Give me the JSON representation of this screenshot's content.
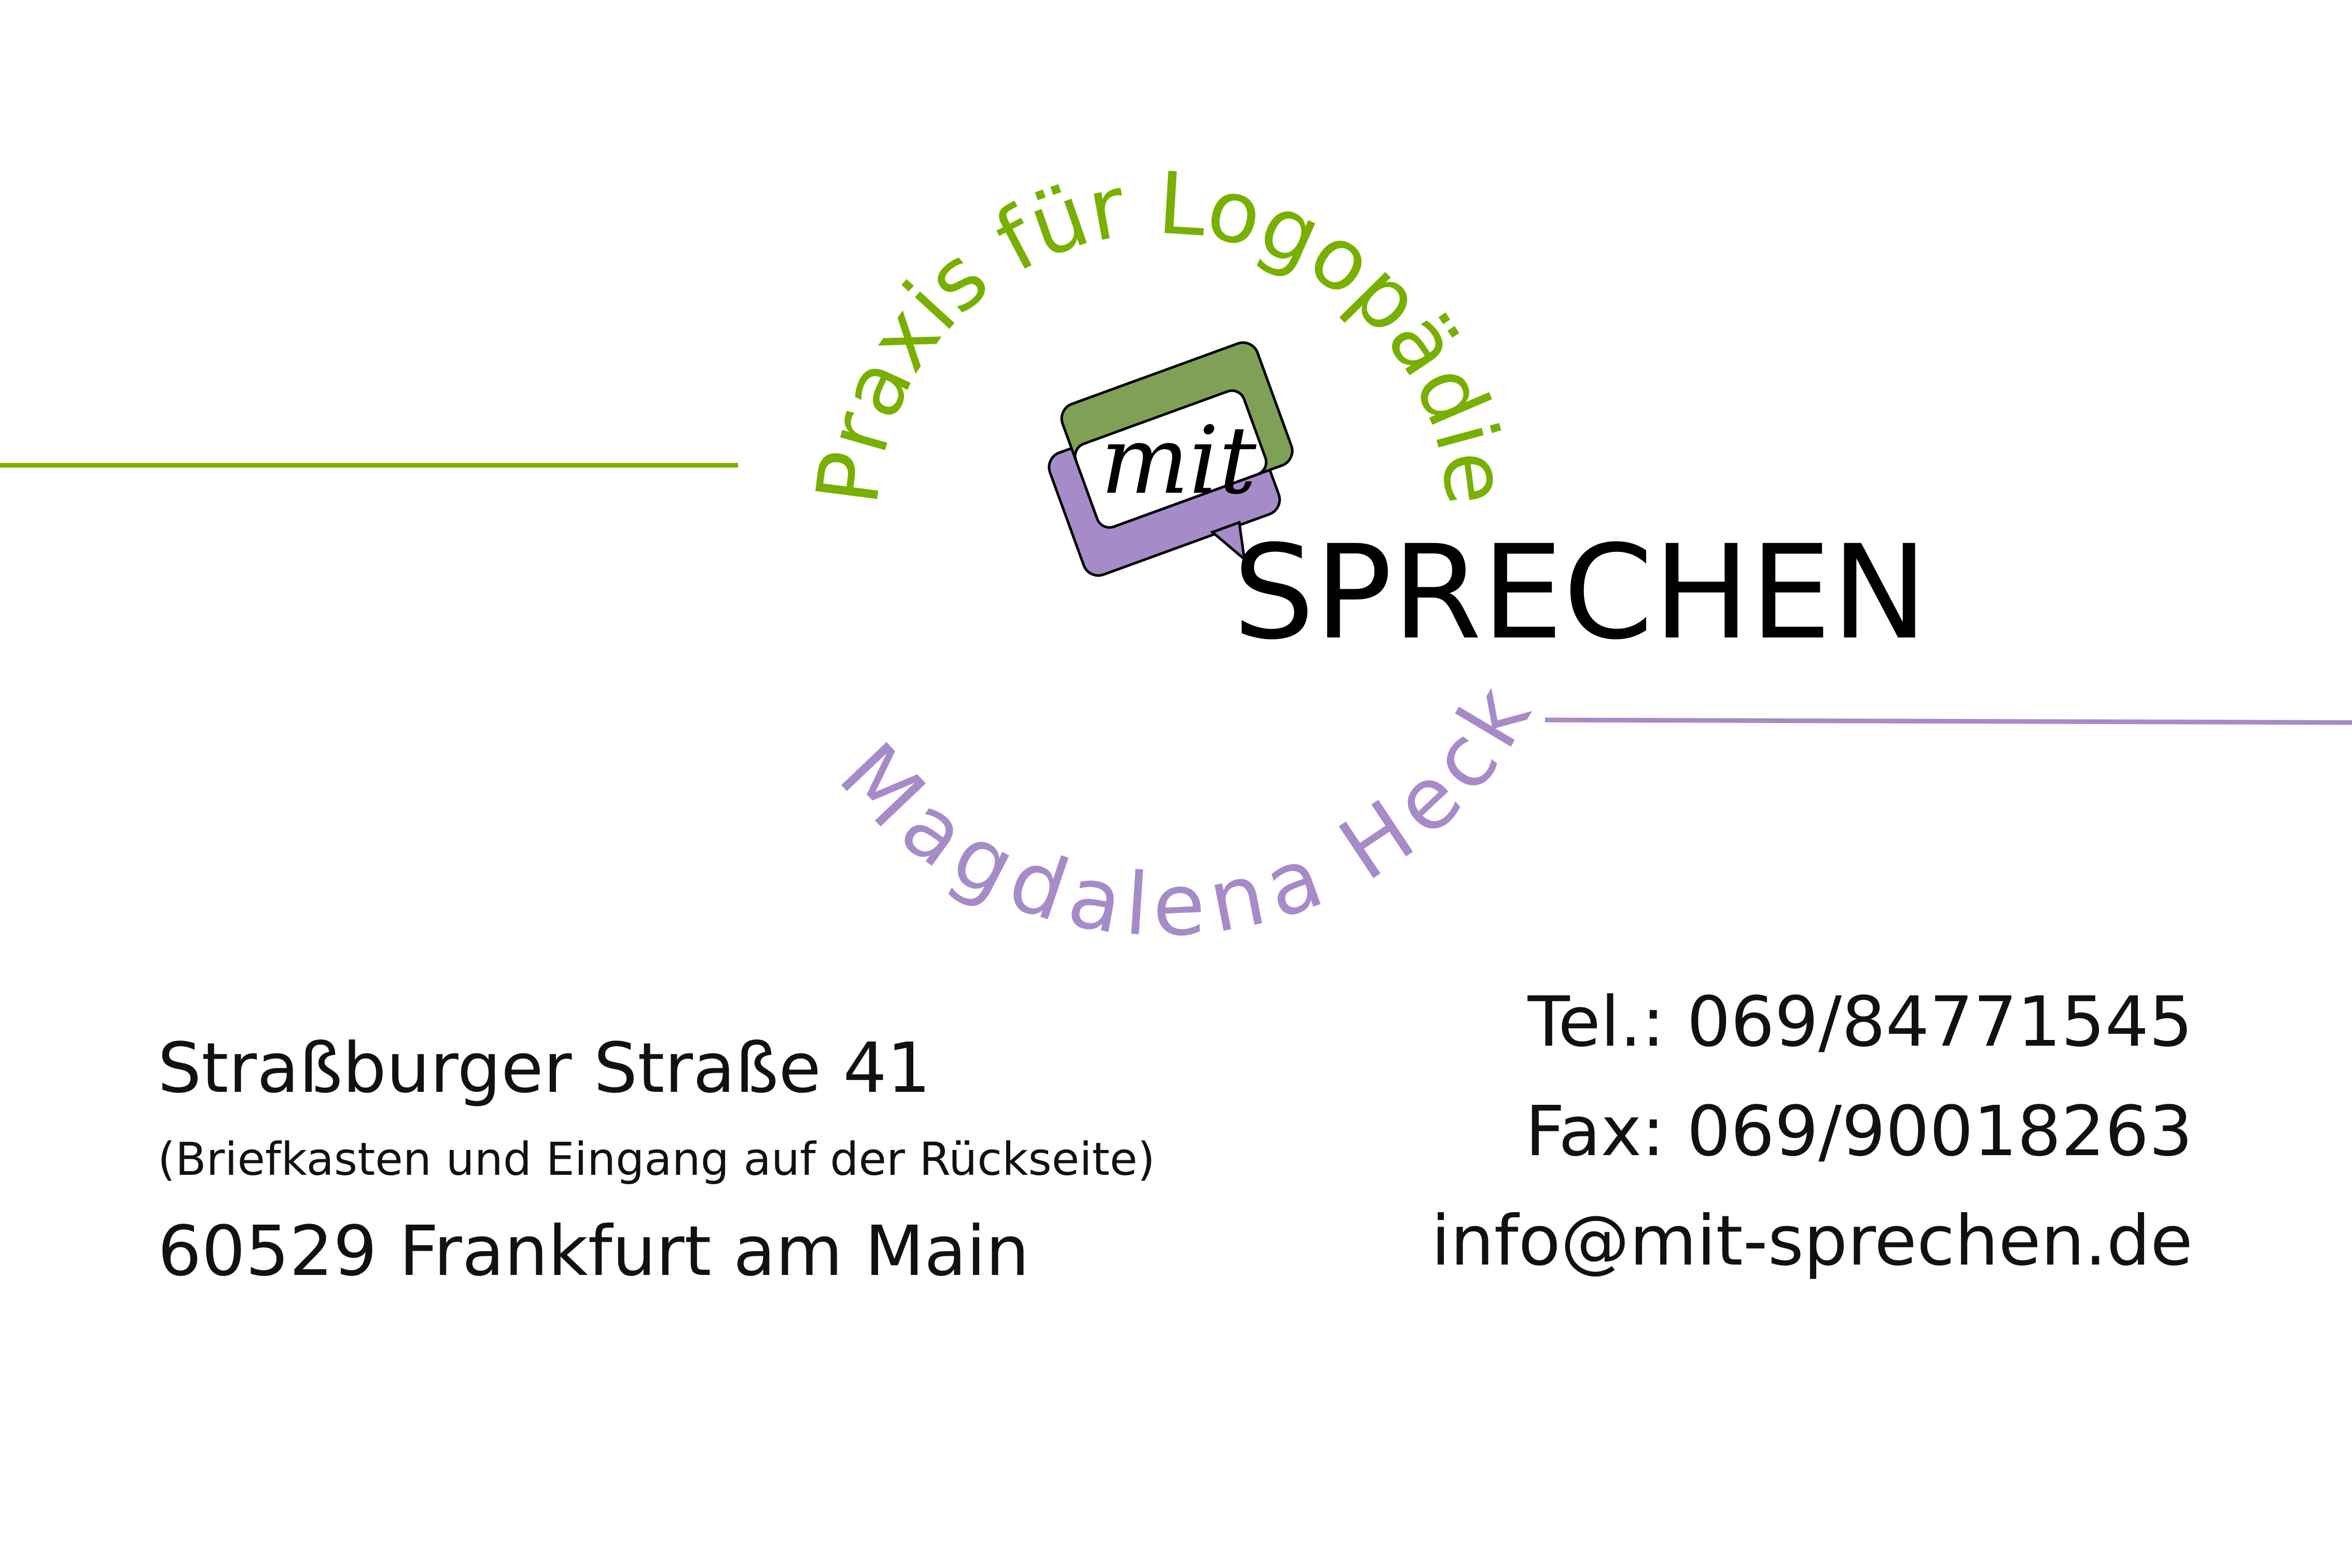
{
  "card": {
    "arc_top": "Praxis für Logopädie",
    "arc_bottom": "Magdalena Heck",
    "logo": {
      "small": "mit",
      "big": "SPRECHEN"
    },
    "address": {
      "street": "Straßburger Straße 41",
      "note": "(Briefkasten und Eingang auf der Rückseite)",
      "city": "60529 Frankfurt am Main"
    },
    "contact": {
      "tel": "Tel.: 069/84771545",
      "fax": "Fax: 069/90018263",
      "email": "info@mit-sprechen.de"
    }
  },
  "colors": {
    "green": "#78b000",
    "logo_green": "#7fa155",
    "purple": "#a78bc8",
    "text": "#111111"
  }
}
